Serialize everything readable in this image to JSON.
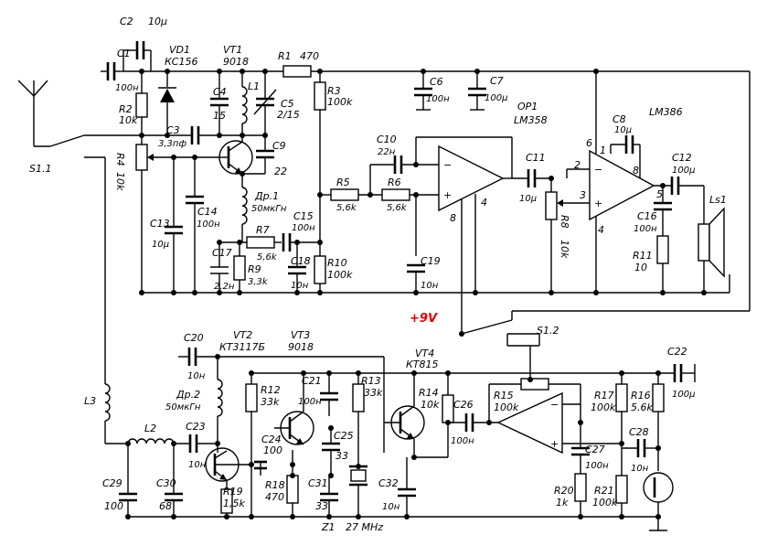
{
  "schematic": {
    "components": [
      {
        "id": "C2_ref",
        "text": "C2"
      },
      {
        "id": "C2_val",
        "text": "10µ"
      },
      {
        "id": "C1_ref",
        "text": "C1"
      },
      {
        "id": "C1_val",
        "text": "100н"
      },
      {
        "id": "VD1_ref",
        "text": "VD1"
      },
      {
        "id": "VD1_val",
        "text": "КС156"
      },
      {
        "id": "VT1_ref",
        "text": "VT1"
      },
      {
        "id": "VT1_val",
        "text": "9018"
      },
      {
        "id": "R1_ref",
        "text": "R1"
      },
      {
        "id": "R1_val",
        "text": "470"
      },
      {
        "id": "R2_ref",
        "text": "R2"
      },
      {
        "id": "R2_val",
        "text": "10k"
      },
      {
        "id": "C4_ref",
        "text": "C4"
      },
      {
        "id": "C4_val",
        "text": "15"
      },
      {
        "id": "L1_ref",
        "text": "L1"
      },
      {
        "id": "C5_ref",
        "text": "C5"
      },
      {
        "id": "C5_val",
        "text": "2/15"
      },
      {
        "id": "R3_ref",
        "text": "R3"
      },
      {
        "id": "R3_val",
        "text": "100k"
      },
      {
        "id": "C6_ref",
        "text": "C6"
      },
      {
        "id": "C6_val",
        "text": "100н"
      },
      {
        "id": "C7_ref",
        "text": "C7"
      },
      {
        "id": "C7_val",
        "text": "100µ"
      },
      {
        "id": "OP1_ref",
        "text": "OP1"
      },
      {
        "id": "OP1_val",
        "text": "LM358"
      },
      {
        "id": "LM386_val",
        "text": "LM386"
      },
      {
        "id": "C8_ref",
        "text": "C8"
      },
      {
        "id": "C8_val",
        "text": "10µ"
      },
      {
        "id": "C3_ref",
        "text": "C3"
      },
      {
        "id": "C3_val",
        "text": "3,3пф"
      },
      {
        "id": "C9_ref",
        "text": "C9"
      },
      {
        "id": "C9_val",
        "text": "22"
      },
      {
        "id": "C10_ref",
        "text": "C10"
      },
      {
        "id": "C10_val",
        "text": "22н"
      },
      {
        "id": "C11_ref",
        "text": "C11"
      },
      {
        "id": "C11_val",
        "text": "10µ"
      },
      {
        "id": "C12_ref",
        "text": "C12"
      },
      {
        "id": "C12_val",
        "text": "100µ"
      },
      {
        "id": "S11_ref",
        "text": "S1.1"
      },
      {
        "id": "R4_ref",
        "text": "R4"
      },
      {
        "id": "R4_val",
        "text": "10k"
      },
      {
        "id": "DR1_ref",
        "text": "Др.1"
      },
      {
        "id": "DR1_val",
        "text": "50мкГн"
      },
      {
        "id": "R5_ref",
        "text": "R5"
      },
      {
        "id": "R5_val",
        "text": "5,6k"
      },
      {
        "id": "R6_ref",
        "text": "R6"
      },
      {
        "id": "R6_val",
        "text": "5,6k"
      },
      {
        "id": "R8_ref",
        "text": "R8"
      },
      {
        "id": "R8_val",
        "text": "10k"
      },
      {
        "id": "C16_ref",
        "text": "C16"
      },
      {
        "id": "C16_val",
        "text": "100н"
      },
      {
        "id": "Ls1_ref",
        "text": "Ls1"
      },
      {
        "id": "C13_ref",
        "text": "C13"
      },
      {
        "id": "C13_val",
        "text": "10µ"
      },
      {
        "id": "C14_ref",
        "text": "C14"
      },
      {
        "id": "C14_val",
        "text": "100н"
      },
      {
        "id": "C15_ref",
        "text": "C15"
      },
      {
        "id": "C15_val",
        "text": "100н"
      },
      {
        "id": "R7_ref",
        "text": "R7"
      },
      {
        "id": "R7_val",
        "text": "5,6k"
      },
      {
        "id": "C17_ref",
        "text": "C17"
      },
      {
        "id": "C17_val",
        "text": "2,2н"
      },
      {
        "id": "R9_ref",
        "text": "R9"
      },
      {
        "id": "R9_val",
        "text": "3,3k"
      },
      {
        "id": "C18_ref",
        "text": "C18"
      },
      {
        "id": "C18_val",
        "text": "10н"
      },
      {
        "id": "R10_ref",
        "text": "R10"
      },
      {
        "id": "R10_val",
        "text": "100k"
      },
      {
        "id": "C19_ref",
        "text": "C19"
      },
      {
        "id": "C19_val",
        "text": "10н"
      },
      {
        "id": "R11_ref",
        "text": "R11"
      },
      {
        "id": "R11_val",
        "text": "10"
      },
      {
        "id": "C20_ref",
        "text": "C20"
      },
      {
        "id": "C20_val",
        "text": "10н"
      },
      {
        "id": "VT2_ref",
        "text": "VT2"
      },
      {
        "id": "VT2_val",
        "text": "КТ3117Б"
      },
      {
        "id": "VT3_ref",
        "text": "VT3"
      },
      {
        "id": "VT3_val",
        "text": "9018"
      },
      {
        "id": "VT4_ref",
        "text": "VT4"
      },
      {
        "id": "VT4_val",
        "text": "КТ815"
      },
      {
        "id": "S12_ref",
        "text": "S1.2"
      },
      {
        "id": "C22_ref",
        "text": "C22"
      },
      {
        "id": "C22_val",
        "text": "100µ"
      },
      {
        "id": "DR2_ref",
        "text": "Др.2"
      },
      {
        "id": "DR2_val",
        "text": "50мкГн"
      },
      {
        "id": "R12_ref",
        "text": "R12"
      },
      {
        "id": "R12_val",
        "text": "33k"
      },
      {
        "id": "C21_ref",
        "text": "C21"
      },
      {
        "id": "C21_val",
        "text": "100н"
      },
      {
        "id": "R13_ref",
        "text": "R13"
      },
      {
        "id": "R13_val",
        "text": "33k"
      },
      {
        "id": "R14_ref",
        "text": "R14"
      },
      {
        "id": "R14_val",
        "text": "10k"
      },
      {
        "id": "R15_ref",
        "text": "R15"
      },
      {
        "id": "R15_val",
        "text": "100k"
      },
      {
        "id": "R17_ref",
        "text": "R17"
      },
      {
        "id": "R17_val",
        "text": "100k"
      },
      {
        "id": "R16_ref",
        "text": "R16"
      },
      {
        "id": "R16_val",
        "text": "5.6k"
      },
      {
        "id": "L3_ref",
        "text": "L3"
      },
      {
        "id": "L2_ref",
        "text": "L2"
      },
      {
        "id": "C23_ref",
        "text": "C23"
      },
      {
        "id": "C23_val",
        "text": "10н"
      },
      {
        "id": "C24_ref",
        "text": "C24"
      },
      {
        "id": "C24_val",
        "text": "100"
      },
      {
        "id": "C25_ref",
        "text": "C25"
      },
      {
        "id": "C25_val",
        "text": "33"
      },
      {
        "id": "C26_ref",
        "text": "C26"
      },
      {
        "id": "C26_val",
        "text": "100н"
      },
      {
        "id": "C27_ref",
        "text": "C27"
      },
      {
        "id": "C27_val",
        "text": "100н"
      },
      {
        "id": "C28_ref",
        "text": "C28"
      },
      {
        "id": "C28_val",
        "text": "10н"
      },
      {
        "id": "C29_ref",
        "text": "C29"
      },
      {
        "id": "C29_val",
        "text": "100"
      },
      {
        "id": "C30_ref",
        "text": "C30"
      },
      {
        "id": "C30_val",
        "text": "68"
      },
      {
        "id": "R19_ref",
        "text": "R19"
      },
      {
        "id": "R19_val",
        "text": "1,5k"
      },
      {
        "id": "R18_ref",
        "text": "R18"
      },
      {
        "id": "R18_val",
        "text": "470"
      },
      {
        "id": "C31_ref",
        "text": "C31"
      },
      {
        "id": "C31_val",
        "text": "33"
      },
      {
        "id": "C32_ref",
        "text": "C32"
      },
      {
        "id": "C32_val",
        "text": "10н"
      },
      {
        "id": "R20_ref",
        "text": "R20"
      },
      {
        "id": "R20_val",
        "text": "1k"
      },
      {
        "id": "R21_ref",
        "text": "R21"
      },
      {
        "id": "R21_val",
        "text": "100k"
      },
      {
        "id": "Z1_ref",
        "text": "Z1"
      },
      {
        "id": "Z1_val",
        "text": "27 MHz"
      }
    ],
    "pins": {
      "p6": "6",
      "p2": "2",
      "p3": "3",
      "p5": "5",
      "p4": "4",
      "p1": "1",
      "p8": "8",
      "op4": "4",
      "op8": "8"
    },
    "opamp_signs": {
      "minus": "−",
      "plus": "+"
    },
    "power": {
      "label": "+9V",
      "color": "#e00000"
    }
  }
}
